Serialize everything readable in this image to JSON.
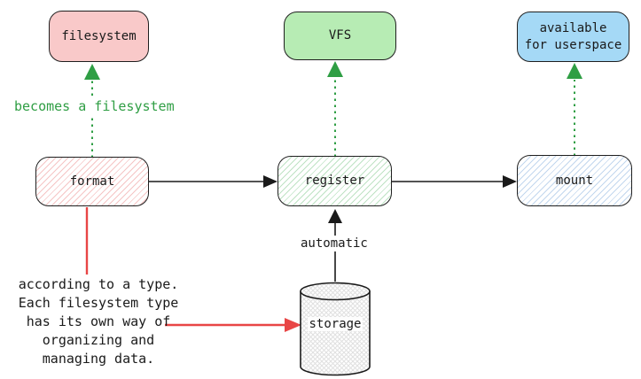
{
  "diagram": {
    "title": "filesystem lifecycle flow",
    "colors": {
      "filesystem_fill": "#f9c9c9",
      "vfs_fill": "#b7ecb4",
      "userspace_fill": "#a5d9f6",
      "format_hatch": "#e76e6e",
      "register_hatch": "#55b464",
      "mount_hatch": "#6ea0d7",
      "storage_hatch": "#e3e3e3",
      "green_accent": "#2f9e44",
      "red_accent": "#e84545",
      "line_black": "#1a1a1a"
    },
    "nodes": {
      "filesystem": {
        "label": "filesystem"
      },
      "vfs": {
        "label": "VFS"
      },
      "userspace": {
        "label": "available\nfor userspace"
      },
      "format": {
        "label": "format"
      },
      "register": {
        "label": "register"
      },
      "mount": {
        "label": "mount"
      },
      "storage": {
        "label": "storage"
      }
    },
    "annotations": {
      "becomes": "becomes a filesystem",
      "automatic": "automatic",
      "note": "according to a type.\nEach filesystem type\nhas its own way of\norganizing and\nmanaging data."
    },
    "edges": [
      {
        "from": "format",
        "to": "filesystem",
        "style": "green-dotted",
        "label": "becomes a filesystem"
      },
      {
        "from": "register",
        "to": "vfs",
        "style": "green-dotted"
      },
      {
        "from": "mount",
        "to": "userspace",
        "style": "green-dotted"
      },
      {
        "from": "format",
        "to": "register",
        "style": "black-solid"
      },
      {
        "from": "register",
        "to": "mount",
        "style": "black-solid"
      },
      {
        "from": "storage",
        "to": "register",
        "style": "black-solid",
        "label": "automatic"
      },
      {
        "from": "format",
        "to": "note",
        "style": "red-solid"
      },
      {
        "from": "note",
        "to": "storage",
        "style": "red-solid"
      }
    ]
  }
}
